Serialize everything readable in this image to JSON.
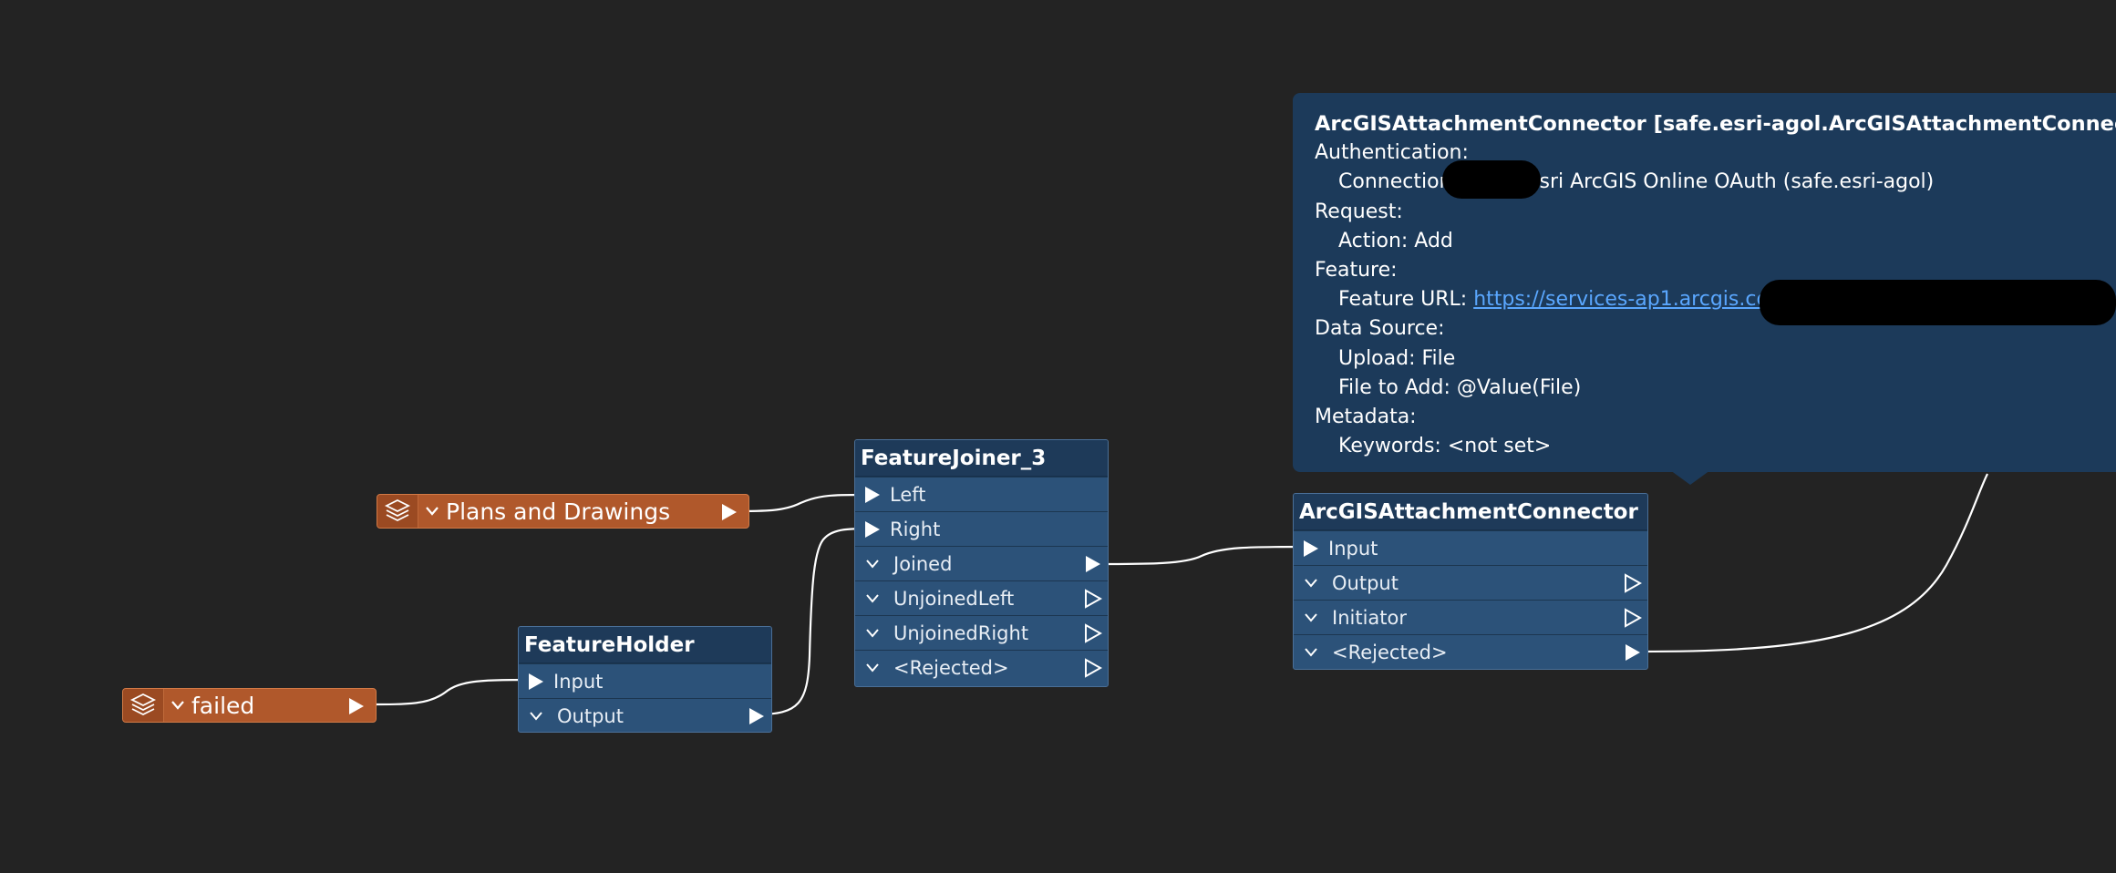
{
  "readers": {
    "plans": {
      "label": "Plans and Drawings"
    },
    "failed": {
      "label": "failed"
    }
  },
  "feature_joiner": {
    "title": "FeatureJoiner_3",
    "inputs": [
      "Left",
      "Right"
    ],
    "outputs": [
      "Joined",
      "UnjoinedLeft",
      "UnjoinedRight",
      "<Rejected>"
    ]
  },
  "feature_holder": {
    "title": "FeatureHolder",
    "inputs": [
      "Input"
    ],
    "outputs": [
      "Output"
    ]
  },
  "connector": {
    "title": "ArcGISAttachmentConnector",
    "inputs": [
      "Input"
    ],
    "outputs": [
      "Output",
      "Initiator",
      "<Rejected>"
    ]
  },
  "tooltip": {
    "title": "ArcGISAttachmentConnector [safe.esri-agol.ArcGISAttachmentConnector]",
    "authentication_heading": "Authentication:",
    "connection_prefix": "Connection",
    "connection_value": "sri ArcGIS Online OAuth (safe.esri-agol)",
    "request_heading": "Request:",
    "action": "Action: Add",
    "feature_heading": "Feature:",
    "feature_url_label": "Feature URL: ",
    "feature_url": "https://services-ap1.arcgis.com",
    "data_source_heading": "Data Source:",
    "upload": "Upload: File",
    "file_to_add": "File to Add: @Value(File)",
    "metadata_heading": "Metadata:",
    "keywords": "Keywords: <not set>"
  },
  "colors": {
    "canvas": "#232323",
    "reader": "#b0582b",
    "node_body": "#2c5279",
    "node_title": "#1e3a59",
    "tooltip": "#1c3a5a",
    "link": "#5aa7ff"
  },
  "icons": {
    "reader_icon": "layers-icon",
    "collapse_icon": "chevron-down-icon",
    "input_port": "filled-triangle-icon",
    "output_port": "triangle-icon"
  }
}
